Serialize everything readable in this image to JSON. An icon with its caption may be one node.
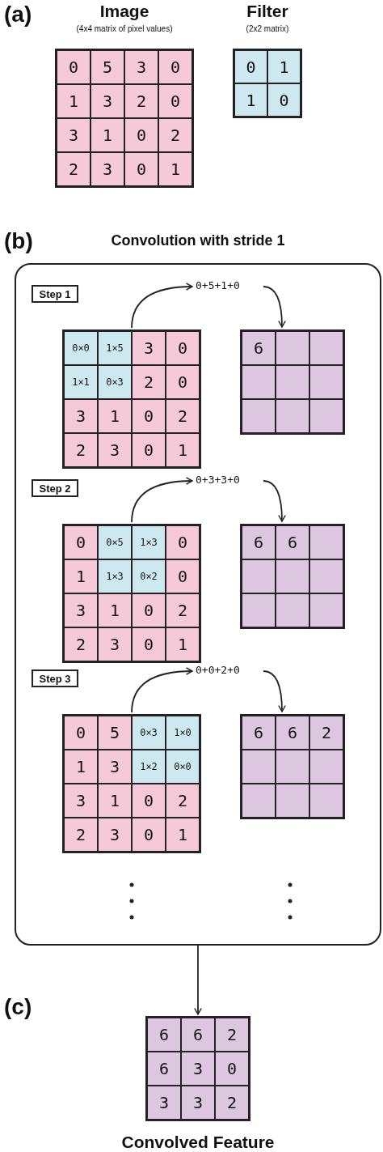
{
  "diagram": {
    "nodes": [
      {
        "text": [
          "Image",
          "(4x4 matrix of pixel values)"
        ]
      },
      {
        "text": [
          "0"
        ],
        "in": 0
      },
      {
        "text": [
          "5"
        ],
        "in": 0
      },
      {
        "text": [
          "3"
        ],
        "in": 0
      },
      {
        "text": [
          "0"
        ],
        "in": 0
      },
      {
        "text": [
          "1"
        ],
        "in": 0
      },
      {
        "text": [
          "3"
        ],
        "in": 0
      },
      {
        "text": [
          "2"
        ],
        "in": 0
      },
      {
        "text": [
          "0"
        ],
        "in": 0
      },
      {
        "text": [
          "3"
        ],
        "in": 0
      },
      {
        "text": [
          "1"
        ],
        "in": 0
      },
      {
        "text": [
          "0"
        ],
        "in": 0
      },
      {
        "text": [
          "2"
        ],
        "in": 0
      },
      {
        "text": [
          "2"
        ],
        "in": 0
      },
      {
        "text": [
          "3"
        ],
        "in": 0
      },
      {
        "text": [
          "0"
        ],
        "in": 0
      },
      {
        "text": [
          "1"
        ],
        "in": 0
      },
      {
        "text": [
          "Filter",
          "(2x2 matrix)"
        ]
      },
      {
        "text": [
          "0"
        ],
        "in": 17
      },
      {
        "text": [
          "1"
        ],
        "in": 17
      },
      {
        "text": [
          "1"
        ],
        "in": 17
      },
      {
        "text": [
          "0"
        ],
        "in": 17
      },
      {
        "text": [
          "Convolution with stride 1"
        ]
      },
      {
        "text": [
          "Step 1"
        ],
        "in": 22
      },
      {
        "text": [
          "0+5+1+0"
        ],
        "in": 22
      },
      {
        "text": [],
        "shape": "box",
        "in": 22
      },
      {
        "text": [
          "0×0"
        ],
        "in": 25
      },
      {
        "text": [
          "1×5"
        ],
        "in": 25
      },
      {
        "text": [
          "3"
        ],
        "in": 25
      },
      {
        "text": [
          "0"
        ],
        "in": 25
      },
      {
        "text": [
          "1×1"
        ],
        "in": 25
      },
      {
        "text": [
          "0×3"
        ],
        "in": 25
      },
      {
        "text": [
          "2"
        ],
        "in": 25
      },
      {
        "text": [
          "0"
        ],
        "in": 25
      },
      {
        "text": [
          "3"
        ],
        "in": 25
      },
      {
        "text": [
          "1"
        ],
        "in": 25
      },
      {
        "text": [
          "0"
        ],
        "in": 25
      },
      {
        "text": [
          "2"
        ],
        "in": 25
      },
      {
        "text": [
          "2"
        ],
        "in": 25
      },
      {
        "text": [
          "3"
        ],
        "in": 25
      },
      {
        "text": [
          "0"
        ],
        "in": 25
      },
      {
        "text": [
          "1"
        ],
        "in": 25
      },
      {
        "text": [],
        "shape": "box",
        "in": 22
      },
      {
        "text": [
          "6"
        ],
        "in": 42
      },
      {
        "text": [],
        "shape": "box",
        "in": 42
      },
      {
        "text": [],
        "shape": "box",
        "in": 42
      },
      {
        "text": [],
        "shape": "box",
        "in": 42
      },
      {
        "text": [],
        "shape": "box",
        "in": 42
      },
      {
        "text": [],
        "shape": "box",
        "in": 42
      },
      {
        "text": [],
        "shape": "box",
        "in": 42
      },
      {
        "text": [],
        "shape": "box",
        "in": 42
      },
      {
        "text": [],
        "shape": "box",
        "in": 42
      },
      {
        "text": [
          "Step 2"
        ],
        "in": 22
      },
      {
        "text": [
          "0+3+3+0"
        ],
        "in": 22
      },
      {
        "text": [],
        "shape": "box",
        "in": 22
      },
      {
        "text": [
          "0"
        ],
        "in": 54
      },
      {
        "text": [
          "0×5"
        ],
        "in": 54
      },
      {
        "text": [
          "1×3"
        ],
        "in": 54
      },
      {
        "text": [
          "0"
        ],
        "in": 54
      },
      {
        "text": [
          "1"
        ],
        "in": 54
      },
      {
        "text": [
          "1×3"
        ],
        "in": 54
      },
      {
        "text": [
          "0×2"
        ],
        "in": 54
      },
      {
        "text": [
          "0"
        ],
        "in": 54
      },
      {
        "text": [
          "3"
        ],
        "in": 54
      },
      {
        "text": [
          "1"
        ],
        "in": 54
      },
      {
        "text": [
          "0"
        ],
        "in": 54
      },
      {
        "text": [
          "2"
        ],
        "in": 54
      },
      {
        "text": [
          "2"
        ],
        "in": 54
      },
      {
        "text": [
          "3"
        ],
        "in": 54
      },
      {
        "text": [
          "0"
        ],
        "in": 54
      },
      {
        "text": [
          "1"
        ],
        "in": 54
      },
      {
        "text": [],
        "shape": "box",
        "in": 22
      },
      {
        "text": [
          "6"
        ],
        "in": 71
      },
      {
        "text": [
          "6"
        ],
        "in": 71
      },
      {
        "text": [],
        "shape": "box",
        "in": 71
      },
      {
        "text": [],
        "shape": "box",
        "in": 71
      },
      {
        "text": [],
        "shape": "box",
        "in": 71
      },
      {
        "text": [],
        "shape": "box",
        "in": 71
      },
      {
        "text": [],
        "shape": "box",
        "in": 71
      },
      {
        "text": [],
        "shape": "box",
        "in": 71
      },
      {
        "text": [],
        "shape": "box",
        "in": 71
      },
      {
        "text": [
          "Step 3"
        ],
        "in": 22
      },
      {
        "text": [
          "0+0+2+0"
        ],
        "in": 22
      },
      {
        "text": [],
        "shape": "box",
        "in": 22
      },
      {
        "text": [
          "0"
        ],
        "in": 83
      },
      {
        "text": [
          "5"
        ],
        "in": 83
      },
      {
        "text": [
          "0×3"
        ],
        "in": 83
      },
      {
        "text": [
          "1×0"
        ],
        "in": 83
      },
      {
        "text": [
          "1"
        ],
        "in": 83
      },
      {
        "text": [
          "3"
        ],
        "in": 83
      },
      {
        "text": [
          "1×2"
        ],
        "in": 83
      },
      {
        "text": [
          "0×0"
        ],
        "in": 83
      },
      {
        "text": [
          "3"
        ],
        "in": 83
      },
      {
        "text": [
          "1"
        ],
        "in": 83
      },
      {
        "text": [
          "0"
        ],
        "in": 83
      },
      {
        "text": [
          "2"
        ],
        "in": 83
      },
      {
        "text": [
          "2"
        ],
        "in": 83
      },
      {
        "text": [
          "3"
        ],
        "in": 83
      },
      {
        "text": [
          "0"
        ],
        "in": 83
      },
      {
        "text": [
          "1"
        ],
        "in": 83
      },
      {
        "text": [],
        "shape": "box",
        "in": 22
      },
      {
        "text": [
          "6"
        ],
        "in": 100
      },
      {
        "text": [
          "6"
        ],
        "in": 100
      },
      {
        "text": [
          "2"
        ],
        "in": 100
      },
      {
        "text": [],
        "shape": "box",
        "in": 100
      },
      {
        "text": [],
        "shape": "box",
        "in": 100
      },
      {
        "text": [],
        "shape": "box",
        "in": 100
      },
      {
        "text": [],
        "shape": "box",
        "in": 100
      },
      {
        "text": [],
        "shape": "box",
        "in": 100
      },
      {
        "text": [],
        "shape": "box",
        "in": 100
      },
      {
        "text": [
          "Convolved Feature"
        ]
      },
      {
        "text": [
          "6"
        ],
        "in": 110
      },
      {
        "text": [
          "6"
        ],
        "in": 110
      },
      {
        "text": [
          "2"
        ],
        "in": 110
      },
      {
        "text": [
          "6"
        ],
        "in": 110
      },
      {
        "text": [
          "3"
        ],
        "in": 110
      },
      {
        "text": [
          "0"
        ],
        "in": 110
      },
      {
        "text": [
          "3"
        ],
        "in": 110
      },
      {
        "text": [
          "3"
        ],
        "in": 110
      },
      {
        "text": [
          "2"
        ],
        "in": 110
      }
    ],
    "edges": [
      {
        "from": 25,
        "to": 24,
        "arrow": "to"
      },
      {
        "from": 24,
        "to": 42,
        "arrow": "to"
      },
      {
        "from": 54,
        "to": 53,
        "arrow": "to"
      },
      {
        "from": 53,
        "to": 71,
        "arrow": "to"
      },
      {
        "from": 83,
        "to": 82,
        "arrow": "to"
      },
      {
        "from": 82,
        "to": 100,
        "arrow": "to"
      },
      {
        "from": 22,
        "to": 110,
        "arrow": "to"
      }
    ],
    "labels": [
      "(a)",
      "(b)",
      "(c)"
    ]
  }
}
